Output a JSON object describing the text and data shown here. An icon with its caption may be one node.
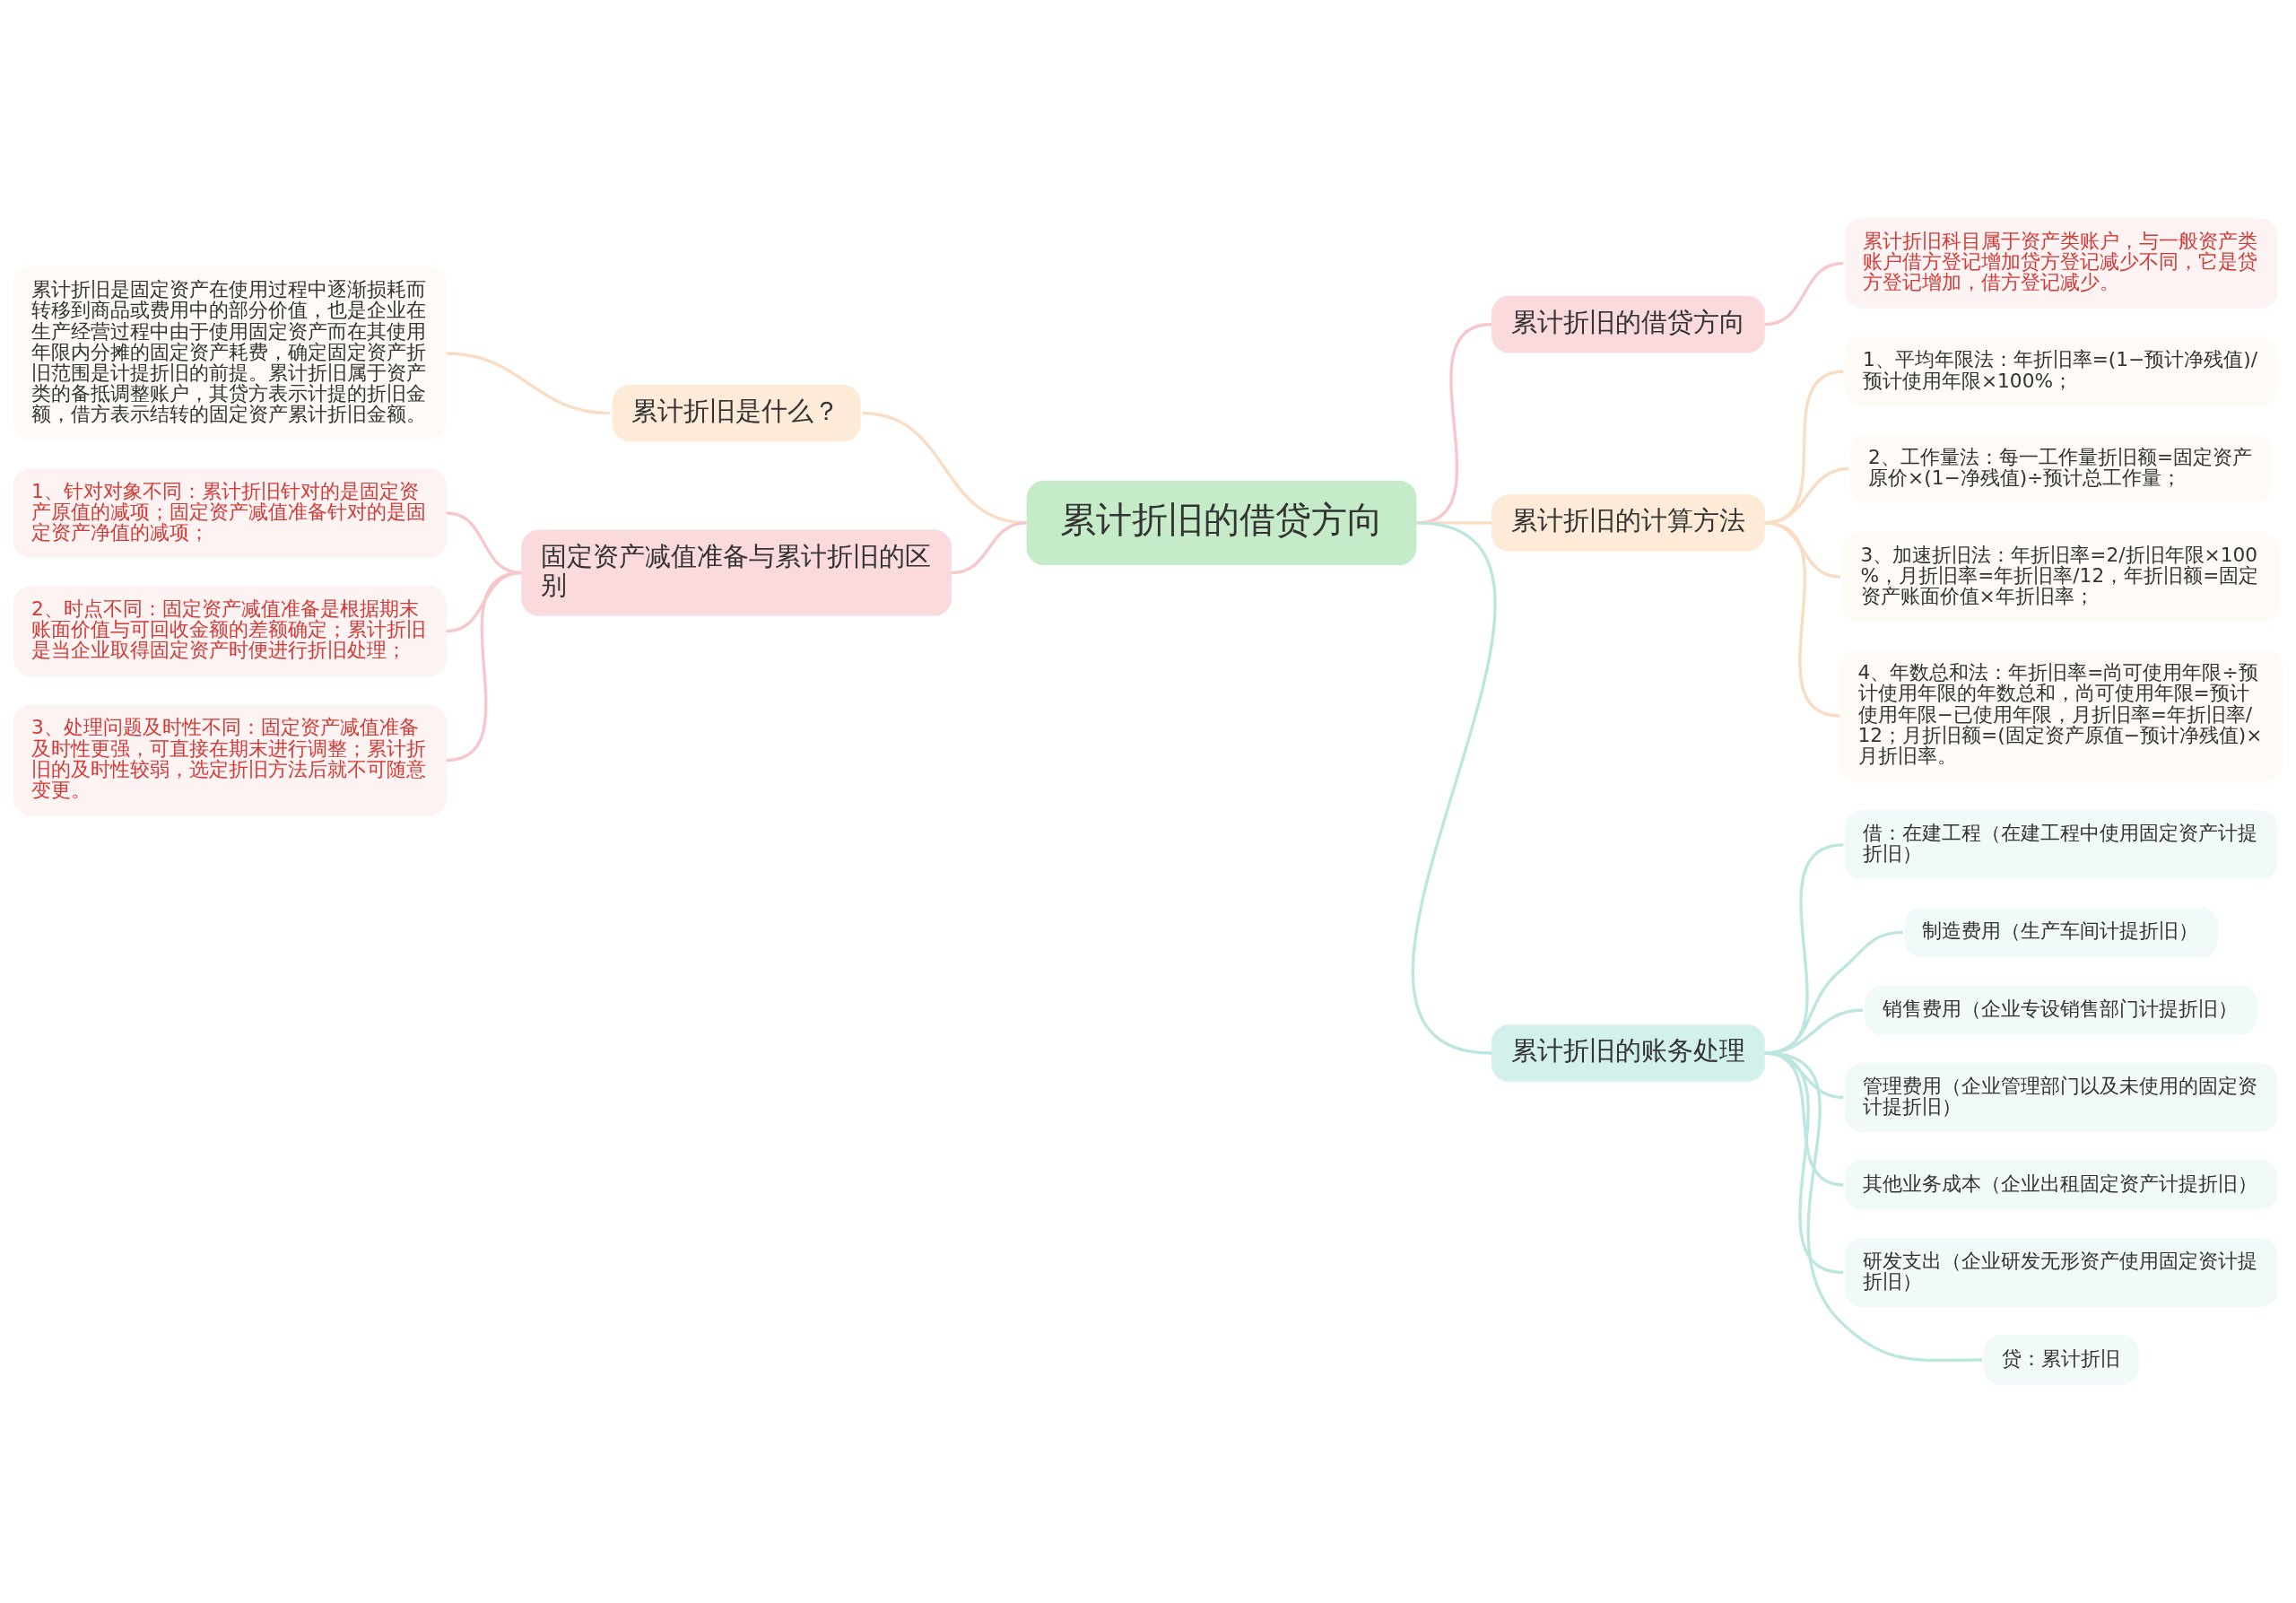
{
  "diagram": {
    "nodes": [
      {
        "text": [
          "累计折旧的借贷方向"
        ]
      },
      {
        "text": [
          "累计折旧是什么？"
        ]
      },
      {
        "text": [
          "累计折旧是固定资产在使用过程中逐渐损耗而转移到商品或费用中的部分价值，也是企业在生产经营过程中由于使用固定资产而在其使用年限内分摊的固定资产耗费，确定固定资产折旧范围是计提折旧的前提。累计折旧属于资产类的备抵调整账户，其贷方表示计提的折旧金额，借方表示结转的固定资产累计折旧金额。"
        ]
      },
      {
        "text": [
          "固定资产减值准备与累计折旧的区别"
        ]
      },
      {
        "text": [
          "1、针对对象不同：累计折旧针对的是固定资产原值的减项；固定资产减值准备针对的是固定资产净值的减项；"
        ]
      },
      {
        "text": [
          "2、时点不同：固定资产减值准备是根据期末账面价值与可回收金额的差额确定；累计折旧是当企业取得固定资产时便进行折旧处理；"
        ]
      },
      {
        "text": [
          "3、处理问题及时性不同：固定资产减值准备及时性更强，可直接在期末进行调整；累计折旧的及时性较弱，选定折旧方法后就不可随意变更。"
        ]
      },
      {
        "text": [
          "累计折旧的借贷方向"
        ]
      },
      {
        "text": [
          "累计折旧科目属于资产类账户，与一般资产类账户借方登记增加贷方登记减少不同，它是贷方登记增加，借方登记减少。"
        ]
      },
      {
        "text": [
          "累计折旧的计算方法"
        ]
      },
      {
        "text": [
          "1、平均年限法：年折旧率=(1−预计净残值)/预计使用年限×100%；"
        ]
      },
      {
        "text": [
          "2、工作量法：每一工作量折旧额=固定资产原价×(1−净残值)÷预计总工作量；"
        ]
      },
      {
        "text": [
          "3、加速折旧法：年折旧率=2/折旧年限×100%，月折旧率=年折旧率/12，年折旧额=固定资产账面价值×年折旧率；"
        ]
      },
      {
        "text": [
          "4、年数总和法：年折旧率=尚可使用年限÷预计使用年限的年数总和，尚可使用年限=预计使用年限−已使用年限，月折旧率=年折旧率/12；月折旧额=(固定资产原值−预计净残值)×月折旧率。"
        ]
      },
      {
        "text": [
          "累计折旧的账务处理"
        ]
      },
      {
        "text": [
          "借：在建工程（在建工程中使用固定资产计提折旧）"
        ]
      },
      {
        "text": [
          "制造费用（生产车间计提折旧）"
        ]
      },
      {
        "text": [
          "销售费用（企业专设销售部门计提折旧）"
        ]
      },
      {
        "text": [
          "管理费用（企业管理部门以及未使用的固定资计提折旧）"
        ]
      },
      {
        "text": [
          "其他业务成本（企业出租固定资产计提折旧）"
        ]
      },
      {
        "text": [
          "研发支出（企业研发无形资产使用固定资计提折旧）"
        ]
      },
      {
        "text": [
          "贷：累计折旧"
        ]
      }
    ],
    "edges": [
      {
        "from": 1,
        "to": 0,
        "arrow": "none",
        "color": "#f9dcc2"
      },
      {
        "from": 2,
        "to": 1,
        "arrow": "none",
        "color": "#f9dcc2"
      },
      {
        "from": 3,
        "to": 0,
        "arrow": "none",
        "color": "#f6c8cc"
      },
      {
        "from": 4,
        "to": 3,
        "arrow": "none",
        "color": "#f6c8cc"
      },
      {
        "from": 5,
        "to": 3,
        "arrow": "none",
        "color": "#f6c8cc"
      },
      {
        "from": 6,
        "to": 3,
        "arrow": "none",
        "color": "#f6c8cc"
      },
      {
        "from": 0,
        "to": 7,
        "arrow": "none",
        "color": "#f6c8cc"
      },
      {
        "from": 7,
        "to": 8,
        "arrow": "none",
        "color": "#f6c8cc"
      },
      {
        "from": 0,
        "to": 9,
        "arrow": "none",
        "color": "#f9dcc2"
      },
      {
        "from": 9,
        "to": 10,
        "arrow": "none",
        "color": "#f9dcc2"
      },
      {
        "from": 9,
        "to": 11,
        "arrow": "none",
        "color": "#f9dcc2"
      },
      {
        "from": 9,
        "to": 12,
        "arrow": "none",
        "color": "#f9dcc2"
      },
      {
        "from": 9,
        "to": 13,
        "arrow": "none",
        "color": "#f9dcc2"
      },
      {
        "from": 0,
        "to": 14,
        "arrow": "none"
      },
      {
        "from": 14,
        "to": 15,
        "arrow": "none"
      },
      {
        "from": 14,
        "to": 16,
        "arrow": "none"
      },
      {
        "from": 14,
        "to": 17,
        "arrow": "none"
      },
      {
        "from": 14,
        "to": 18,
        "arrow": "none"
      },
      {
        "from": 14,
        "to": 19,
        "arrow": "none"
      },
      {
        "from": 14,
        "to": 20,
        "arrow": "none"
      },
      {
        "from": 14,
        "to": 21,
        "arrow": "none"
      }
    ]
  }
}
